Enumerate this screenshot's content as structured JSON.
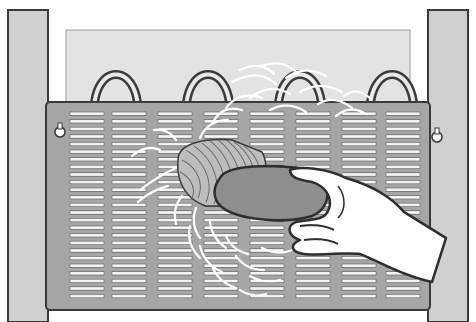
{
  "illustration": {
    "subject": "cleaning-condenser-coil-with-brush",
    "colors": {
      "background": "#ffffff",
      "side_panel": "#d0d0d0",
      "back_wall": "#e3e3e3",
      "coil_plate": "#a6a6a6",
      "fin_slot": "#f4f4f4",
      "outline": "#3a3a3a",
      "hand": "#ffffff",
      "brush_handle": "#8e8e8e",
      "bristles": "#bdbdbd",
      "dust": "#ffffff"
    },
    "icons": [
      "screw-icon-left",
      "screw-icon-right"
    ]
  }
}
